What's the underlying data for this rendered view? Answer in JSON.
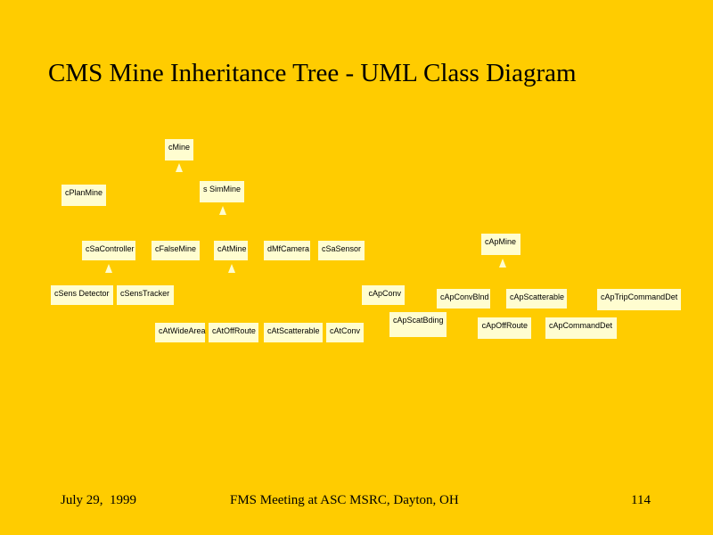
{
  "slide": {
    "title": "CMS Mine Inheritance Tree - UML Class Diagram"
  },
  "classes": {
    "cMine": "cMine",
    "sSimMine": "s SimMine",
    "cPlanMine": "cPlanMine",
    "cSaController": "cSaController",
    "cFalseMine": "cFalseMine",
    "cAtMine": "cAtMine",
    "dMfCamera": "dMfCamera",
    "cSaSensor": "cSaSensor",
    "cApMine": "cApMine",
    "cSensDetector": "cSens Detector",
    "cSensTracker": "cSensTracker",
    "cApConv": "cApConv",
    "cApConvBlnd": "cApConvBlnd",
    "cApScatterable": "cApScatterable",
    "cApTripCommandDet": "cApTripCommandDet",
    "cApScatBding": "cApScatBding",
    "cAtWideArea": "cAtWideArea",
    "cAtOffRoute": "cAtOffRoute",
    "cAtScatterable": "cAtScatterable",
    "cAtConv": "cAtConv",
    "cApOffRoute": "cApOffRoute",
    "cApCommandDet": "cApCommandDet"
  },
  "footer": {
    "date": "July 29,  1999",
    "event": "FMS Meeting at ASC MSRC, Dayton, OH",
    "page_number": "114"
  }
}
